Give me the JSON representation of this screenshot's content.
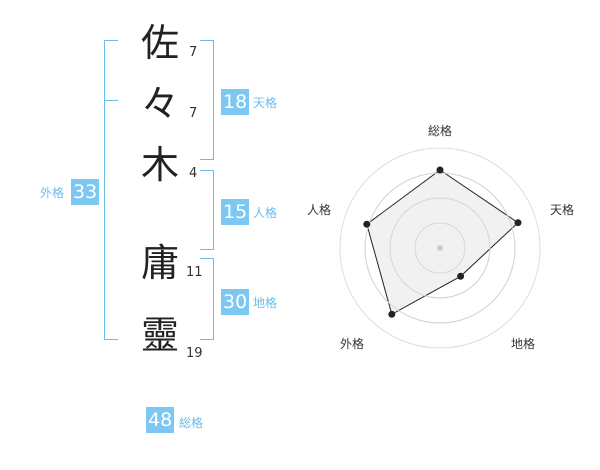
{
  "name_chars": [
    {
      "char": "佐",
      "strokes": "7"
    },
    {
      "char": "々",
      "strokes": "7"
    },
    {
      "char": "木",
      "strokes": "4"
    },
    {
      "char": "庸",
      "strokes": "11"
    },
    {
      "char": "靈",
      "strokes": "19"
    }
  ],
  "scores": {
    "tenkaku": {
      "value": "18",
      "label": "天格"
    },
    "jinkaku": {
      "value": "15",
      "label": "人格"
    },
    "chikaku": {
      "value": "30",
      "label": "地格"
    },
    "gaikaku": {
      "value": "33",
      "label": "外格"
    },
    "soukaku": {
      "value": "48",
      "label": "総格"
    }
  },
  "chart_data": {
    "type": "radar",
    "axes": [
      "総格",
      "天格",
      "地格",
      "外格",
      "人格"
    ],
    "values": [
      0.78,
      0.82,
      0.35,
      0.82,
      0.77
    ],
    "range": [
      0,
      1
    ],
    "rings": 4,
    "colors": {
      "accent": "#6cbce8",
      "fill": "#eeeeee",
      "ring": "#dddddd",
      "line": "#222222"
    }
  }
}
